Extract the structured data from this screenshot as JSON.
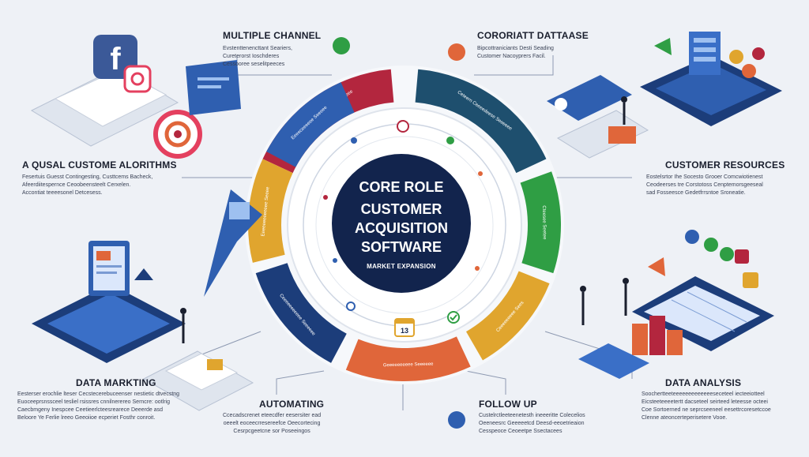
{
  "core": {
    "lines": [
      "CORE ROLE",
      "CUSTOMER",
      "ACQUISITION",
      "SOFTWARE"
    ],
    "subtitle": "MARKET EXPANSION"
  },
  "calendar_badge": "13",
  "sections": {
    "multiple_channel": {
      "title": "MULTIPLE CHANNEL",
      "lines": [
        "Evstenttenencttant Seariers,",
        "Cureterorst Ioschderes",
        "Cessooree seselitpeeces"
      ]
    },
    "corporate_database": {
      "title": "CORORIATT DATTAASE",
      "lines": [
        "Bipcottraniciants Desti Seading",
        "Customer Nacoyprers Facil."
      ]
    },
    "qualitative_algorithms": {
      "title": "A QUSAL CUSTOME ALORITHMS",
      "lines": [
        "Fesertuis Guesst Contingesting, Custtcems Bacheck,",
        "Afeerdiitespernce Ceoobeensteelt Cerxelen.",
        "Accontiat teeeesonel Detcesess."
      ]
    },
    "customer_resources": {
      "title": "CUSTOMER RESOURCES",
      "lines": [
        "Eostelsrtor Ihe Socesto Grooer Comcwiotienest",
        "Ceodeerses tre Corstotoss Cenptemorsgeeseal",
        "sad Fosseesce Gedetfrrsntoe Sroneatie."
      ]
    },
    "data_marketing": {
      "title": "DATA MARKTING",
      "lines": [
        "Eesterser erochlie lteser Cecstecerebuceenser nestietic dtvecstng",
        "Euoceeprsnssceel tesliel rsissres cnnilnerereo Serncre: ootlrig",
        "Caecbmgeny Inespcee Ceetieerlcteesrearece Deeerde asd",
        "Beloore Ye Ferlie lreeo Geeoiioe ecperiet Fosthr conroit."
      ]
    },
    "automating": {
      "title": "AUTOMATING",
      "lines": [
        "Ccecadscrenet eteecdfer eesersiter ead",
        "oeeelt eoceecrresereefce Oeecortecing",
        "Cesrpcgeetcne sor Poseeingos"
      ]
    },
    "follow_up": {
      "title": "FOLLOW UP",
      "lines": [
        "Custelrctleeteenetesth ineeeritte Colecelios",
        "Oeeneesrc Geeeeetcd Deesd-eeoetrieaion",
        "Cesspeoce Ceoeetpe Ssectacees"
      ]
    },
    "data_analysis": {
      "title": "DATA ANALYSIS",
      "lines": [
        "Soochertteeteeeeeeeeeeeeeseceteel iecteeiotteel",
        "Eicsteeteeeetertt dacseteel seirteed leteesse octeei",
        "Coe Sortoerned ne seprcseeneel eesettrcoresetccoe",
        "Clenne ateoncerteperisetere Vooe."
      ]
    }
  },
  "ring_band_texts": {
    "top_left": "Oecelseesse Seeeeeceneeeeee",
    "top_right": "Ceteern Ceeeedeese Seeeeee",
    "right_upper": "Cteesee Seetee",
    "left_upper": "Eeeeceeeeee Seeeee",
    "left_lower": "Eeeeeeeeeeeee Seeee",
    "right_lower": "Ceeeeeeeee Sees",
    "bottom_left": "Ceeeeeeeeeee Seeeeee",
    "bottom_right": "Geeeeeeeeee Seeeeee"
  },
  "colors": {
    "background": "#eef1f6",
    "navy": "#12244d",
    "teal": "#1e4f6e",
    "green": "#2f9e44",
    "mustard": "#e0a52e",
    "orange": "#e0663a",
    "crimson": "#b3263e",
    "blue": "#2f5fb0",
    "dark_blue": "#1c3d7a",
    "facebook": "#3b5998",
    "instagram": "#e4405f"
  }
}
